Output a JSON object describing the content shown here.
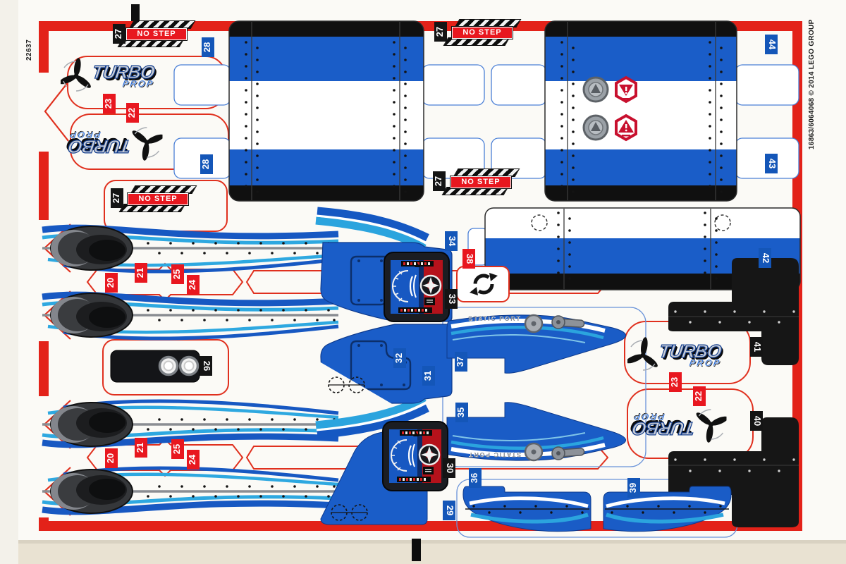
{
  "sheet": {
    "left_code": "22637",
    "right_code": "16863/6064068 © 2014 LEGO GROUP"
  },
  "labels": {
    "no_step": "NO STEP",
    "static_port": "STATIC PORT",
    "turbo": "TURBO",
    "prop": "PROP"
  },
  "colors": {
    "frame_red": "#e32219",
    "sticker_blue": "#1a5dc8",
    "cyan": "#2ea8e0",
    "tag_blue": "#1456b8",
    "tag_red": "#e8171f",
    "tag_black": "#141414",
    "warning_red": "#c8102e"
  },
  "tags": [
    "27",
    "27",
    "27",
    "27",
    "28",
    "28",
    "44",
    "43",
    "42",
    "23",
    "22",
    "20",
    "21",
    "25",
    "24",
    "26",
    "34",
    "38",
    "33",
    "32",
    "31",
    "37",
    "35",
    "30",
    "36",
    "29",
    "39",
    "41",
    "40",
    "20",
    "21",
    "25",
    "24",
    "23",
    "22"
  ]
}
